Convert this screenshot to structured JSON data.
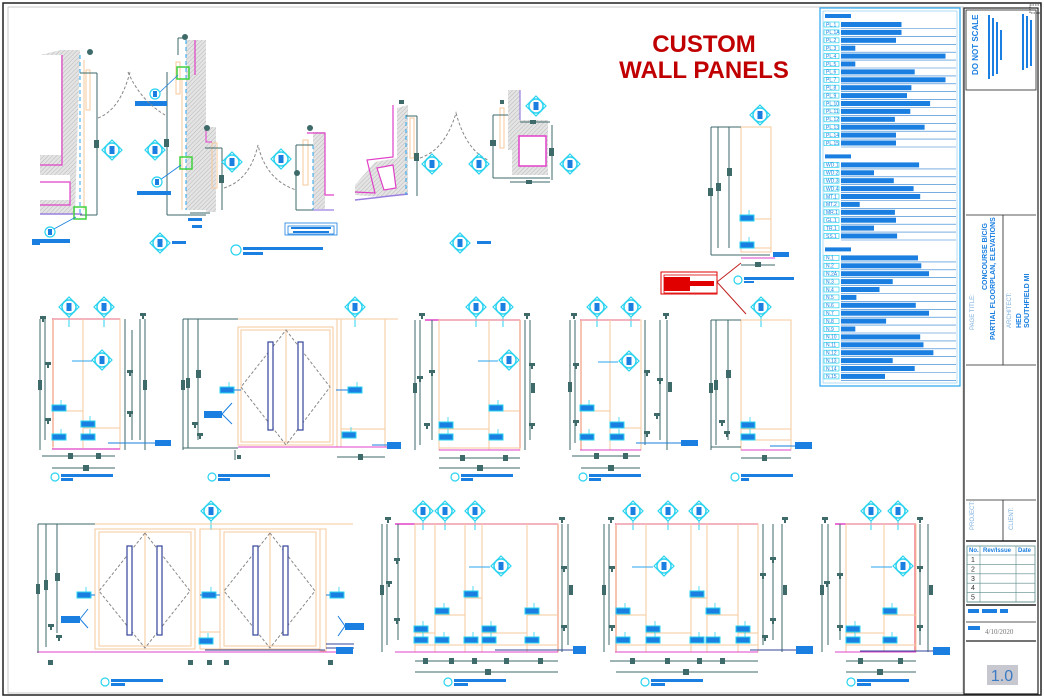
{
  "sheet": {
    "title": "CUSTOM WALL PANELS",
    "title_lines": [
      "CUSTOM",
      "WALL PANELS"
    ]
  },
  "legend": {
    "sections": [
      {
        "header": "PANEL LEGEND",
        "items": [
          {
            "code": "PL.1",
            "fill": 0.55
          },
          {
            "code": "PL.1A",
            "fill": 0.55
          },
          {
            "code": "PL.2",
            "fill": 0.5
          },
          {
            "code": "PL.3",
            "fill": 0.13
          },
          {
            "code": "PL.4",
            "fill": 0.95
          },
          {
            "code": "PL.5",
            "fill": 0.13
          },
          {
            "code": "PL.6",
            "fill": 0.67
          },
          {
            "code": "PL.7",
            "fill": 0.95
          },
          {
            "code": "PL.8",
            "fill": 0.64
          },
          {
            "code": "PL.9",
            "fill": 0.6
          },
          {
            "code": "PL.10",
            "fill": 0.81
          },
          {
            "code": "PL.11",
            "fill": 0.63
          },
          {
            "code": "PL.12",
            "fill": 0.49
          },
          {
            "code": "PL.13",
            "fill": 0.76
          },
          {
            "code": "PL.14",
            "fill": 0.5
          },
          {
            "code": "PL.15",
            "fill": 0.5
          }
        ]
      },
      {
        "header": "FINISH LEGEND",
        "items": [
          {
            "code": "WD.1",
            "fill": 0.71
          },
          {
            "code": "WD.2",
            "fill": 0.3
          },
          {
            "code": "WD.3",
            "fill": 0.48
          },
          {
            "code": "WD.4",
            "fill": 0.66
          },
          {
            "code": "MT.1",
            "fill": 0.72
          },
          {
            "code": "MT.2",
            "fill": 0.17
          },
          {
            "code": "MR.1",
            "fill": 0.49
          },
          {
            "code": "GL.1",
            "fill": 0.5
          },
          {
            "code": "TR.1",
            "fill": 0.3
          },
          {
            "code": "SS.1",
            "fill": 0.51
          }
        ]
      },
      {
        "header": "NOTES",
        "items": [
          {
            "code": "N.1",
            "fill": 0.7
          },
          {
            "code": "N.2",
            "fill": 0.73
          },
          {
            "code": "N.2A",
            "fill": 0.8
          },
          {
            "code": "N.3",
            "fill": 0.47
          },
          {
            "code": "N.4",
            "fill": 0.35
          },
          {
            "code": "N.5",
            "fill": 0.14
          },
          {
            "code": "N.6",
            "fill": 0.68
          },
          {
            "code": "N.7",
            "fill": 0.8
          },
          {
            "code": "N.8",
            "fill": 0.41
          },
          {
            "code": "N.9",
            "fill": 0.13
          },
          {
            "code": "N.10",
            "fill": 0.72
          },
          {
            "code": "N.11",
            "fill": 0.75
          },
          {
            "code": "N.12",
            "fill": 0.84
          },
          {
            "code": "N.13",
            "fill": 0.47
          },
          {
            "code": "N.14",
            "fill": 0.67
          },
          {
            "code": "N.15",
            "fill": 0.4
          }
        ]
      }
    ]
  },
  "title_block": {
    "do_not_scale": "DO NOT SCALE",
    "page_title_label": "PAGE TITLE:",
    "page_title_line1": "CONCOURSE B/C/G",
    "page_title_line2": "PARTIAL FLOORPLAN, ELEVATIONS",
    "architect_label": "ARCHITECT:",
    "architect_line1": "HED",
    "architect_line2": "SOUTHFIELD MI",
    "project_label": "PROJECT:",
    "client_label": "CLIENT:",
    "revision_table": {
      "headers": [
        "No.",
        "Rev/Issue",
        "Date"
      ],
      "rows": [
        [
          "1",
          "",
          ""
        ],
        [
          "2",
          "",
          ""
        ],
        [
          "3",
          "",
          ""
        ],
        [
          "4",
          "",
          ""
        ],
        [
          "5",
          "",
          ""
        ]
      ]
    },
    "date": "4/10/2020",
    "sheet_number": "1.0"
  },
  "colors": {
    "title_red": "#c00000",
    "annotation_blue": "#1a7fe0",
    "tag_cyan": "#29d3f0",
    "panel_orange": "#f7c89b",
    "wall_magenta": "#e040c8",
    "dimension_gray": "#3e6a6a",
    "callout_red": "#e00000",
    "green_detail": "#3ed23e"
  }
}
